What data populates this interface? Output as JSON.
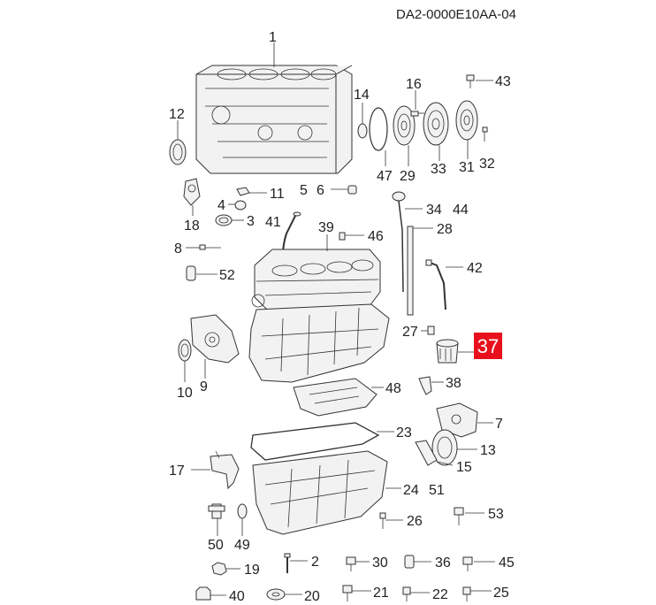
{
  "document_id": "DA2-0000E10AA-04",
  "highlight_color": "#e8101c",
  "highlighted_part": "37",
  "callouts": {
    "c1": "1",
    "c2": "2",
    "c3": "3",
    "c4": "4",
    "c5": "5",
    "c6": "6",
    "c7": "7",
    "c8": "8",
    "c9": "9",
    "c10": "10",
    "c11": "11",
    "c12": "12",
    "c13": "13",
    "c14": "14",
    "c15": "15",
    "c16": "16",
    "c17": "17",
    "c18": "18",
    "c19": "19",
    "c20": "20",
    "c21": "21",
    "c22": "22",
    "c23": "23",
    "c24": "24",
    "c25": "25",
    "c26": "26",
    "c27": "27",
    "c28": "28",
    "c29": "29",
    "c30": "30",
    "c31": "31",
    "c32": "32",
    "c33": "33",
    "c34": "34",
    "c36": "36",
    "c37": "37",
    "c38": "38",
    "c39": "39",
    "c40": "40",
    "c41": "41",
    "c42": "42",
    "c43": "43",
    "c44": "44",
    "c45": "45",
    "c46": "46",
    "c47": "47",
    "c48": "48",
    "c49": "49",
    "c50": "50",
    "c51": "51",
    "c52": "52",
    "c53": "53"
  }
}
